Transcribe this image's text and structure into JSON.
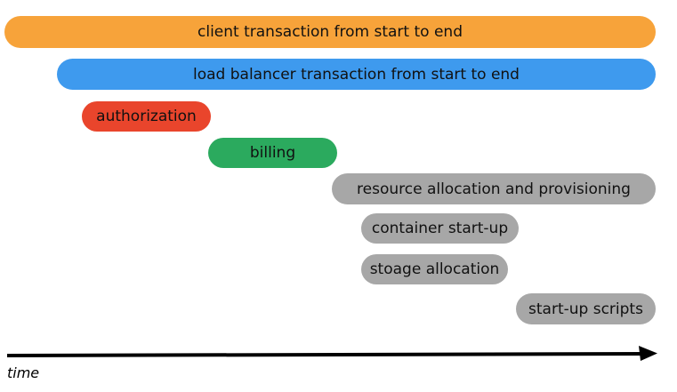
{
  "colors": {
    "client": "#F7A33A",
    "load_balancer": "#3E9AEE",
    "authorization": "#E9452C",
    "billing": "#2BAA5E",
    "process": "#A7A7A7",
    "axis": "#000000"
  },
  "bars": {
    "client": "client transaction from start to end",
    "load_balancer": "load balancer transaction from start to end",
    "authorization": "authorization",
    "billing": "billing",
    "resource": "resource allocation and provisioning",
    "container": "container start-up",
    "storage": "stoage allocation",
    "startup": "start-up scripts"
  },
  "axis": {
    "label": "time"
  }
}
